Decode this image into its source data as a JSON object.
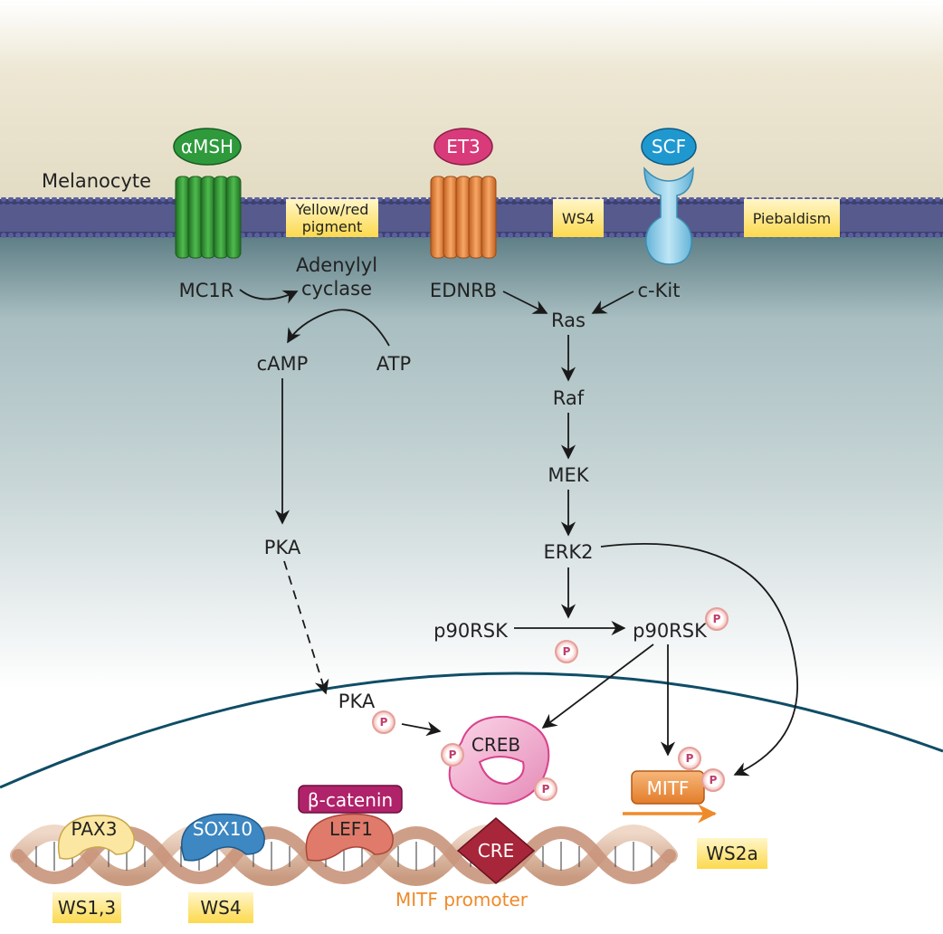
{
  "cell_label": "Melanocyte",
  "ligands": {
    "msh": "αMSH",
    "et3": "ET3",
    "scf": "SCF"
  },
  "receptors": {
    "mc1r": "MC1R",
    "ednrb": "EDNRB",
    "ckit": "c-Kit"
  },
  "membrane_boxes": {
    "yellow_red_line1": "Yellow/red",
    "yellow_red_line2": "pigment",
    "ws4": "WS4",
    "piebaldism": "Piebaldism"
  },
  "molecules": {
    "adenylyl_line1": "Adenylyl",
    "adenylyl_line2": "cyclase",
    "camp": "cAMP",
    "atp": "ATP",
    "pka": "PKA",
    "pka_nucleus": "PKA",
    "ras": "Ras",
    "raf": "Raf",
    "mek": "MEK",
    "erk2": "ERK2",
    "p90rsk": "p90RSK",
    "p90rsk_p": "p90RSK",
    "creb": "CREB",
    "mitf": "MITF",
    "phospho": "P"
  },
  "transcription_factors": {
    "pax3": "PAX3",
    "sox10": "SOX10",
    "lef1": "LEF1",
    "beta_catenin": "β-catenin",
    "cre": "CRE"
  },
  "syndromes": {
    "ws13": "WS1,3",
    "ws4_bottom": "WS4",
    "ws2a": "WS2a"
  },
  "promoter_label": "MITF promoter",
  "colors": {
    "extracellular": "#ece6d3",
    "cytoplasm": "#b4c7c9",
    "membrane_head": "#4a4f8a",
    "mc1r": "#3a9a3a",
    "ednrb": "#ee8d3d",
    "ckit": "#8ecfe8",
    "msh": "#2e9a3c",
    "et3": "#d93a7a",
    "scf": "#1f98d0",
    "yellow_box": "#fde88a",
    "creb": "#f1a9c9",
    "mitf": "#f39a4a",
    "promoter_text": "#ee8a2a",
    "beta_catenin": "#b0226a",
    "cre": "#a8263a",
    "pax3": "#fbe7a1",
    "sox10": "#3d87c2",
    "lef1": "#e07a6a",
    "dna": "#d8b49a"
  }
}
